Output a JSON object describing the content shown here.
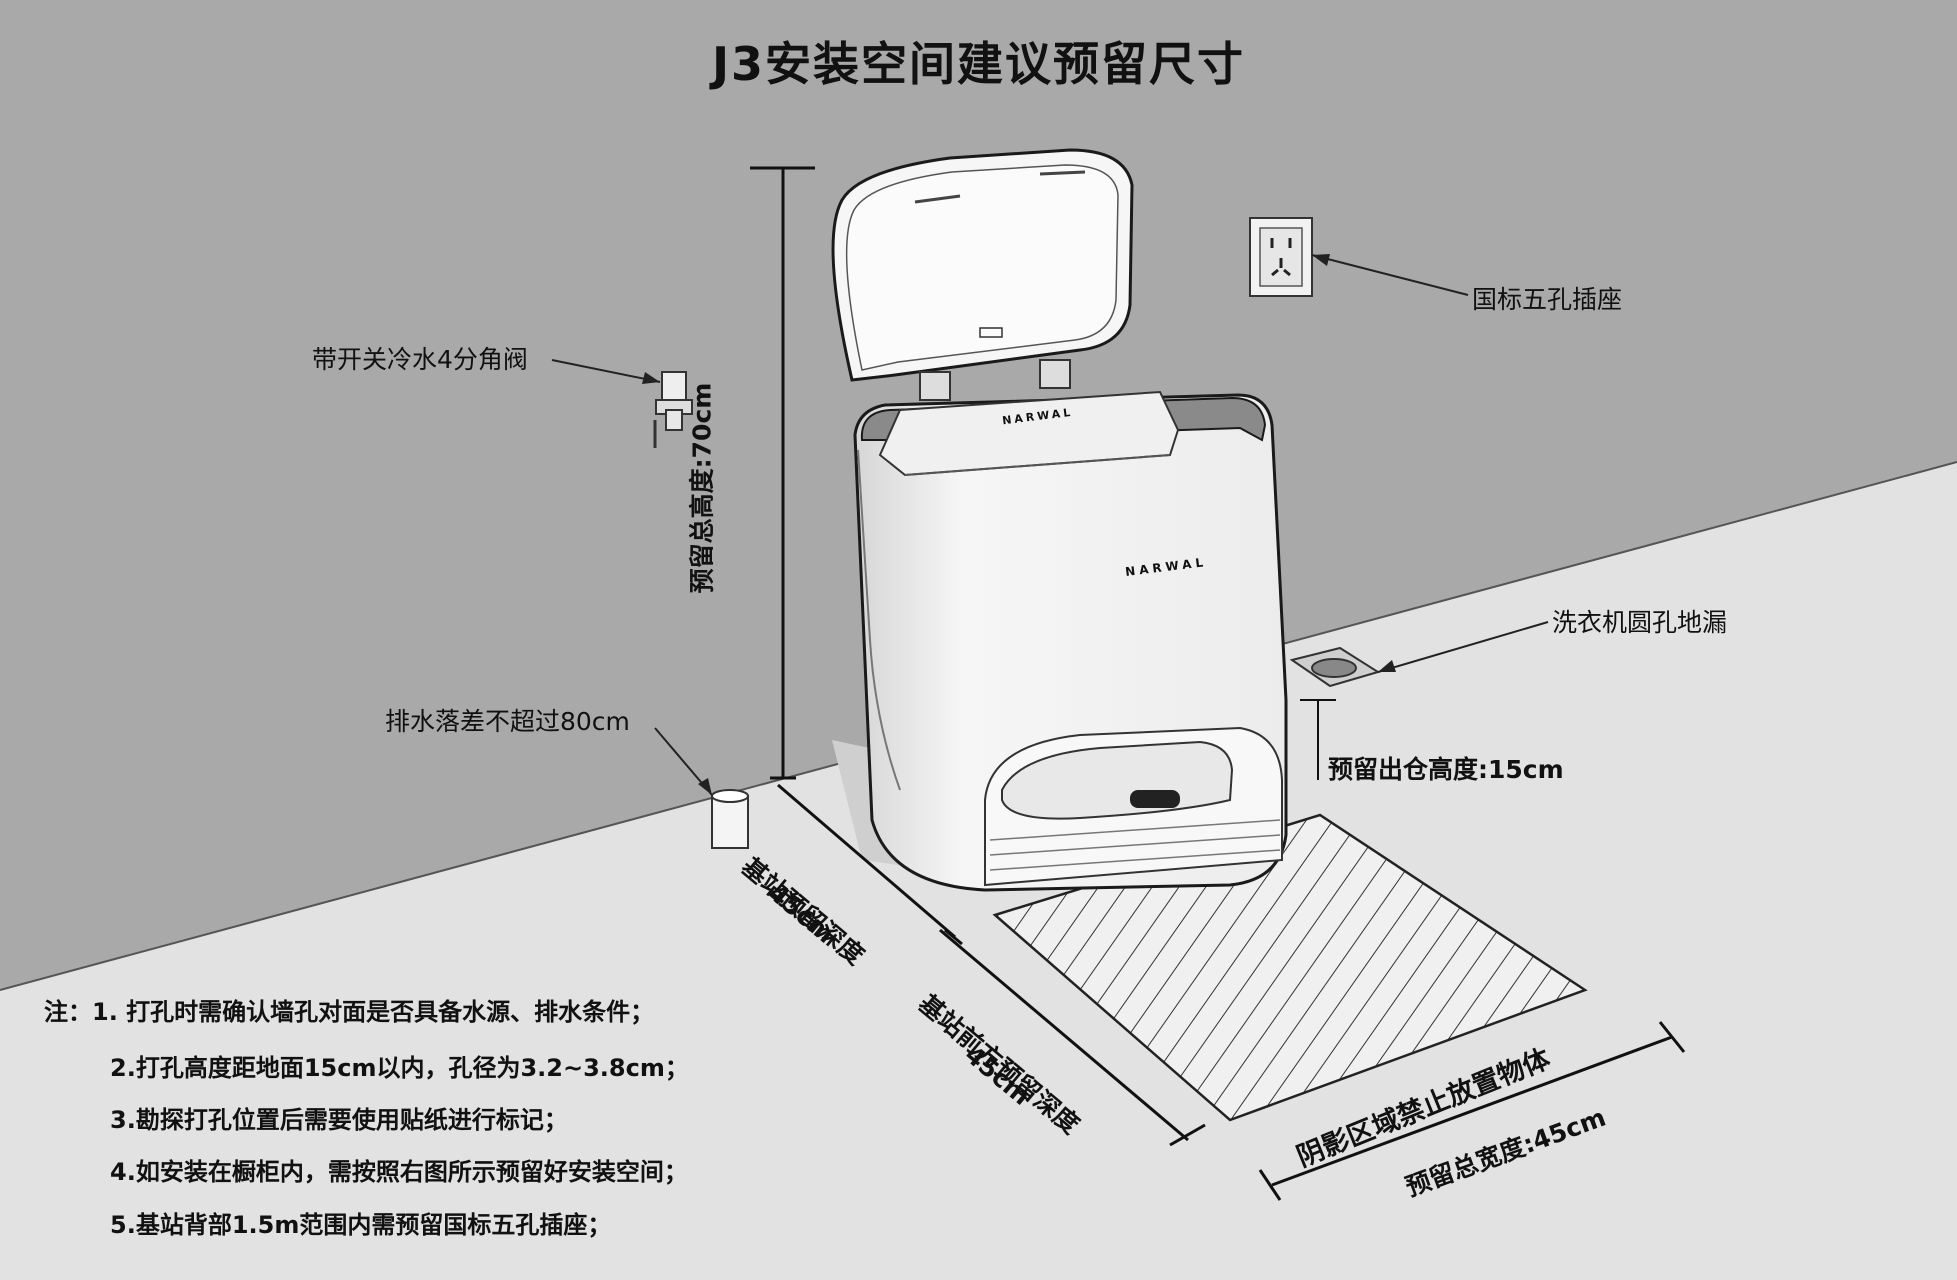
{
  "title": "J3安装空间建议预留尺寸",
  "brand": "NARWAL",
  "callouts": {
    "socket": "国标五孔插座",
    "valve": "带开关冷水4分角阀",
    "drain_height": "排水落差不超过80cm",
    "floor_drain": "洗衣机圆孔地漏"
  },
  "dimensions": {
    "total_height": "预留总高度:70cm",
    "exit_height": "预留出仓高度:15cm",
    "base_depth_label": "基站预留深度",
    "base_depth_value": "45cm",
    "front_depth_label": "基站前方预留深度",
    "front_depth_value": "45cm",
    "restricted_zone": "阴影区域禁止放置物体",
    "total_width": "预留总宽度:45cm"
  },
  "notes": [
    "注：1. 打孔时需确认墙孔对面是否具备水源、排水条件；",
    "2.打孔高度距地面15cm以内，孔径为3.2~3.8cm；",
    "3.勘探打孔位置后需要使用贴纸进行标记；",
    "4.如安装在橱柜内，需按照右图所示预留好安装空间；",
    "5.基站背部1.5m范围内需预留国标五孔插座；"
  ],
  "colors": {
    "wall": "#a9a9a9",
    "floor": "#e2e2e2",
    "device": "#f4f4f4",
    "outline": "#1a1a1a"
  }
}
